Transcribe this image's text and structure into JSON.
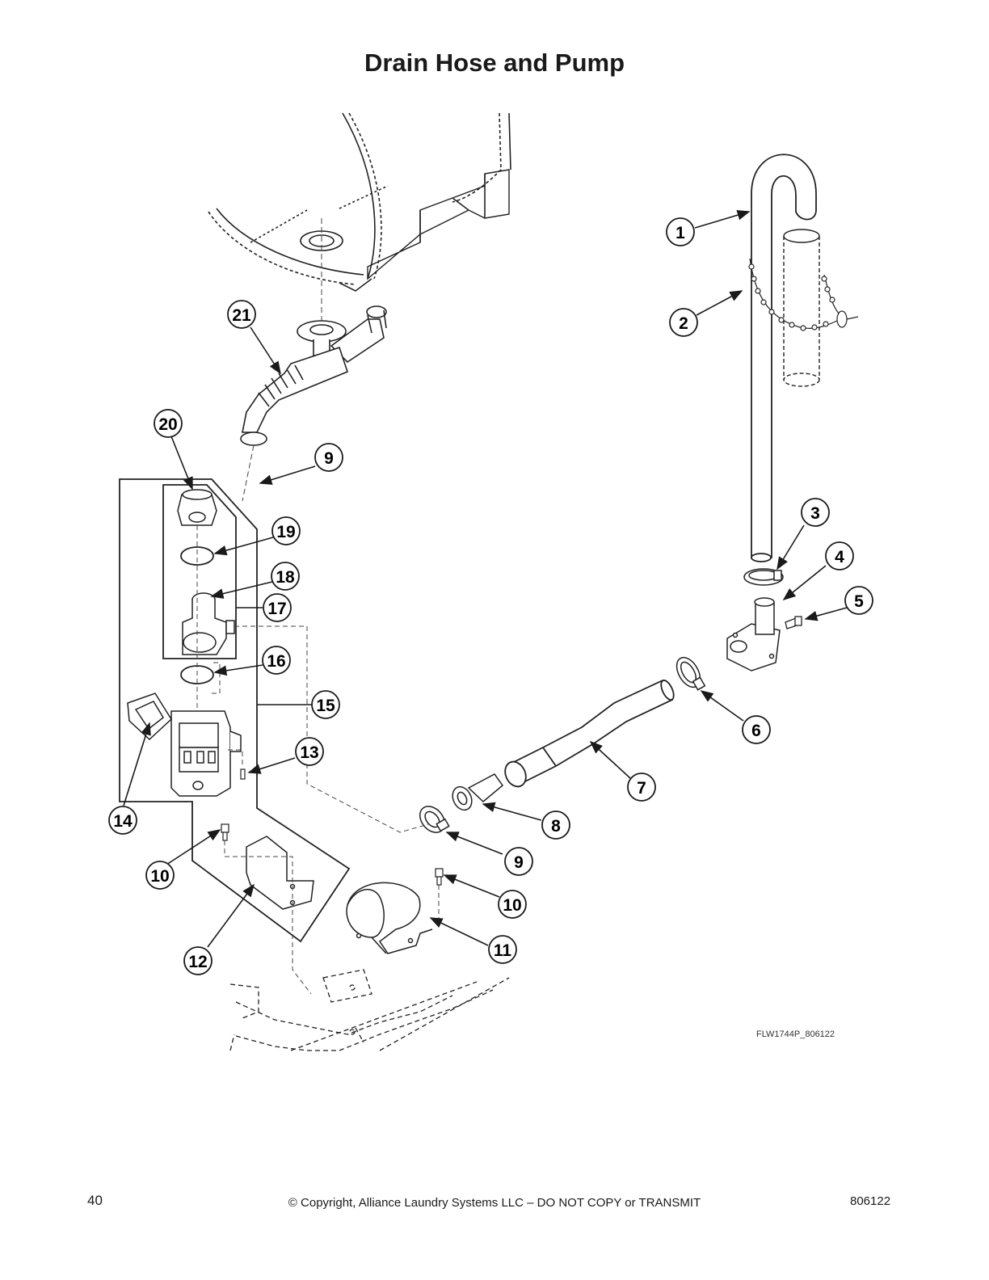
{
  "title": "Drain Hose and Pump",
  "figure_id": "FLW1744P_806122",
  "footer": {
    "page_number": "40",
    "copyright": "© Copyright, Alliance Laundry Systems LLC – DO NOT COPY or TRANSMIT",
    "document_number": "806122"
  },
  "callouts": [
    {
      "id": "1",
      "label": "1"
    },
    {
      "id": "2",
      "label": "2"
    },
    {
      "id": "3",
      "label": "3"
    },
    {
      "id": "4",
      "label": "4"
    },
    {
      "id": "5",
      "label": "5"
    },
    {
      "id": "6",
      "label": "6"
    },
    {
      "id": "7",
      "label": "7"
    },
    {
      "id": "8",
      "label": "8"
    },
    {
      "id": "9a",
      "label": "9"
    },
    {
      "id": "9b",
      "label": "9"
    },
    {
      "id": "10a",
      "label": "10"
    },
    {
      "id": "10b",
      "label": "10"
    },
    {
      "id": "11",
      "label": "11"
    },
    {
      "id": "12",
      "label": "12"
    },
    {
      "id": "13",
      "label": "13"
    },
    {
      "id": "14",
      "label": "14"
    },
    {
      "id": "15",
      "label": "15"
    },
    {
      "id": "16",
      "label": "16"
    },
    {
      "id": "17",
      "label": "17"
    },
    {
      "id": "18",
      "label": "18"
    },
    {
      "id": "19",
      "label": "19"
    },
    {
      "id": "20",
      "label": "20"
    },
    {
      "id": "21",
      "label": "21"
    }
  ]
}
